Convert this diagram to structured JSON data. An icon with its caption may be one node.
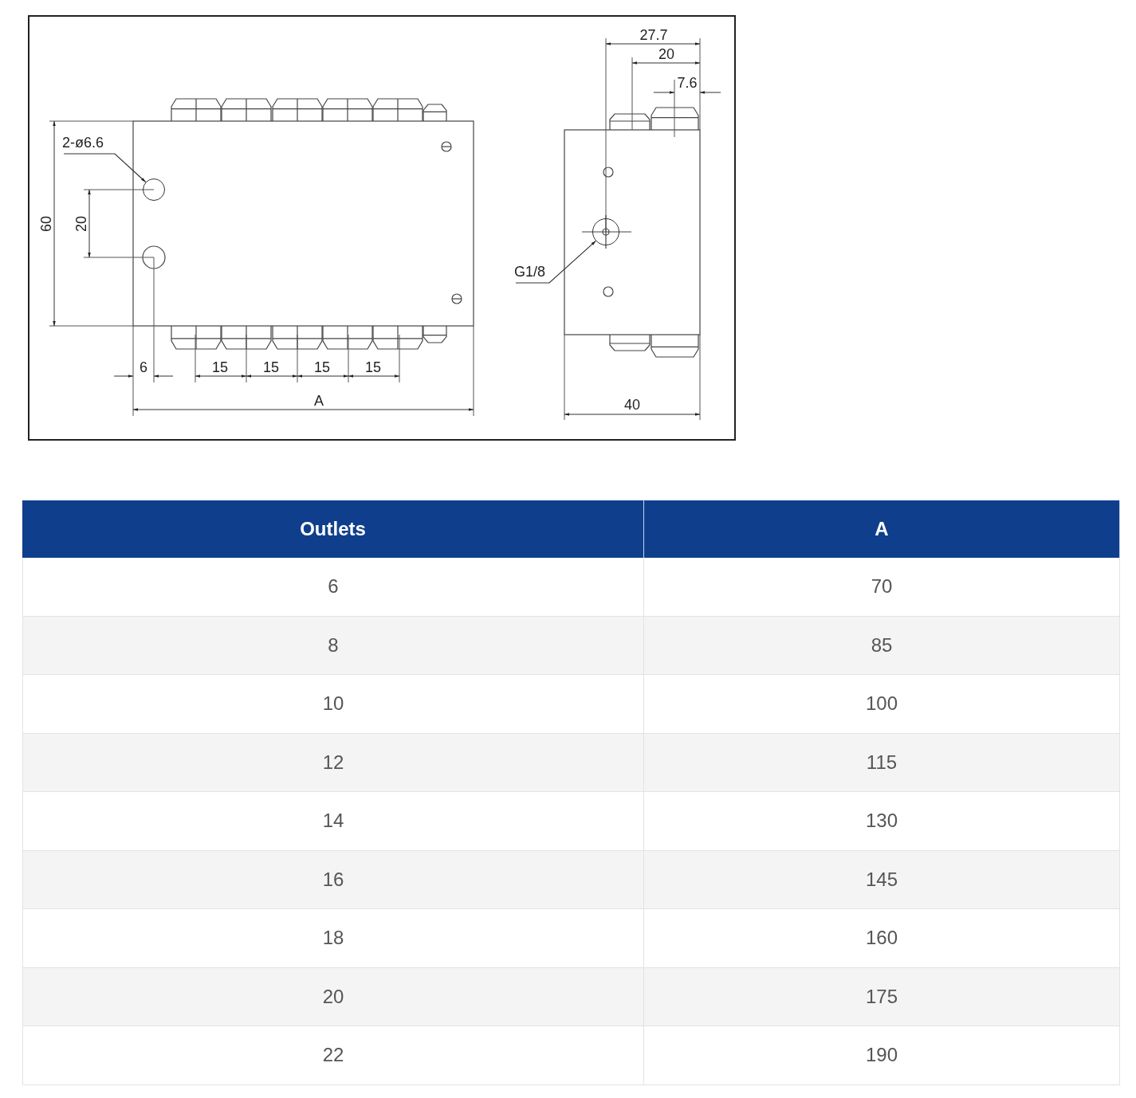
{
  "diagram": {
    "nodes": [
      {
        "text": [
          "2-ø6.6"
        ]
      },
      {
        "text": [],
        "shape": "circle"
      },
      {
        "text": [
          "G1/8"
        ]
      },
      {
        "text": [],
        "shape": "circle"
      }
    ],
    "edges": [
      {
        "from": 0,
        "to": 1,
        "arrow": "to"
      },
      {
        "from": 2,
        "to": 3,
        "arrow": "to"
      }
    ],
    "labels": [
      "60",
      "20",
      "6",
      "15",
      "15",
      "15",
      "15",
      "A",
      "27.7",
      "20",
      "7.6",
      "40",
      "Outlets",
      "A",
      "6",
      "70",
      "8",
      "85",
      "10",
      "100",
      "12",
      "115",
      "14",
      "130",
      "16",
      "145",
      "18",
      "160",
      "20",
      "175",
      "22",
      "190"
    ]
  }
}
